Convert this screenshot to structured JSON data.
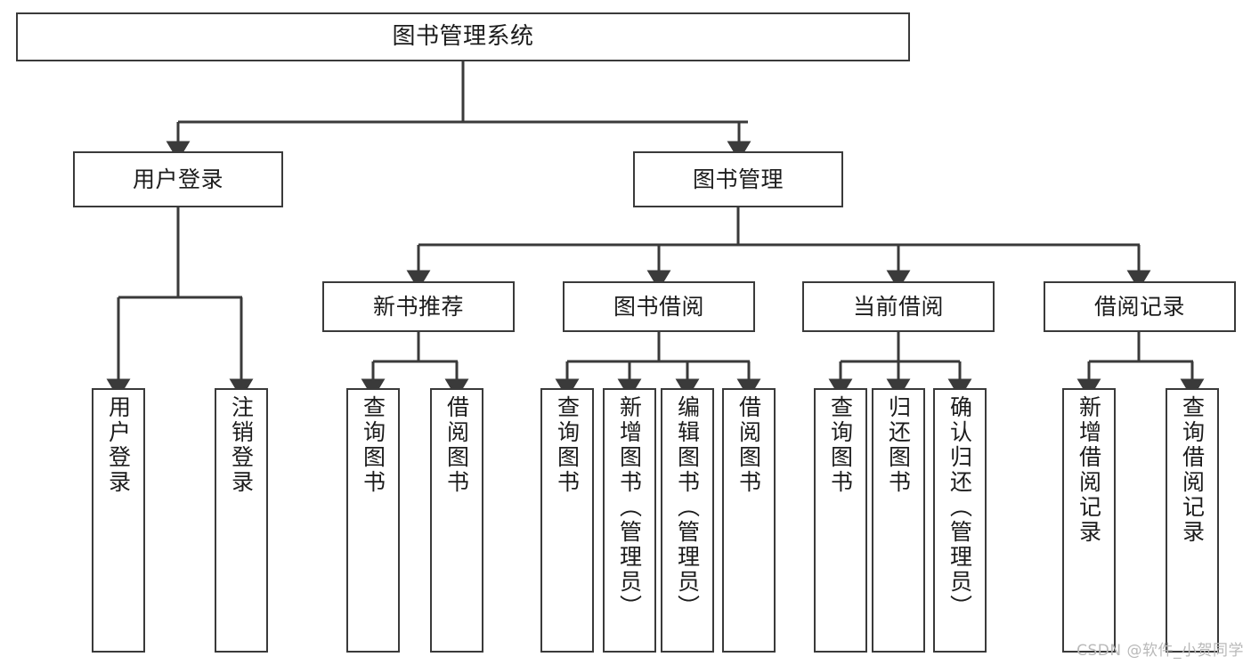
{
  "diagram": {
    "title": "图书管理系统",
    "type": "tree-hierarchy",
    "orientation": "top-down",
    "line_color": "#3a3a3a",
    "box_fill": "#ffffff",
    "text_color": "#1c1c1c"
  },
  "nodes": {
    "root": {
      "label": "图书管理系统",
      "level": 1
    },
    "l2": [
      {
        "id": "user-login",
        "label": "用户登录",
        "level": 2
      },
      {
        "id": "book-manage",
        "label": "图书管理",
        "level": 2
      }
    ],
    "l3": [
      {
        "id": "new-book-recommend",
        "label": "新书推荐",
        "level": 3
      },
      {
        "id": "book-borrow",
        "label": "图书借阅",
        "level": 3
      },
      {
        "id": "current-borrow",
        "label": "当前借阅",
        "level": 3
      },
      {
        "id": "borrow-record",
        "label": "借阅记录",
        "level": 3
      }
    ],
    "leaves": {
      "user-login": [
        {
          "id": "leaf-user-login",
          "label": "用户登录"
        },
        {
          "id": "leaf-user-logout",
          "label": "注销登录"
        }
      ],
      "new-book-recommend": [
        {
          "id": "leaf-query-book-1",
          "label": "查询图书"
        },
        {
          "id": "leaf-borrow-book-1",
          "label": "借阅图书"
        }
      ],
      "book-borrow": [
        {
          "id": "leaf-query-book-2",
          "label": "查询图书"
        },
        {
          "id": "leaf-add-book",
          "label": "新增图书（管理员）"
        },
        {
          "id": "leaf-edit-book",
          "label": "编辑图书（管理员）"
        },
        {
          "id": "leaf-borrow-book-2",
          "label": "借阅图书"
        }
      ],
      "current-borrow": [
        {
          "id": "leaf-query-book-3",
          "label": "查询图书"
        },
        {
          "id": "leaf-return-book",
          "label": "归还图书"
        },
        {
          "id": "leaf-confirm-return",
          "label": "确认归还（管理员）"
        }
      ],
      "borrow-record": [
        {
          "id": "leaf-add-record",
          "label": "新增借阅记录"
        },
        {
          "id": "leaf-query-record",
          "label": "查询借阅记录"
        }
      ]
    }
  },
  "watermark": {
    "text": "CSDN @软件_小贺同学"
  }
}
